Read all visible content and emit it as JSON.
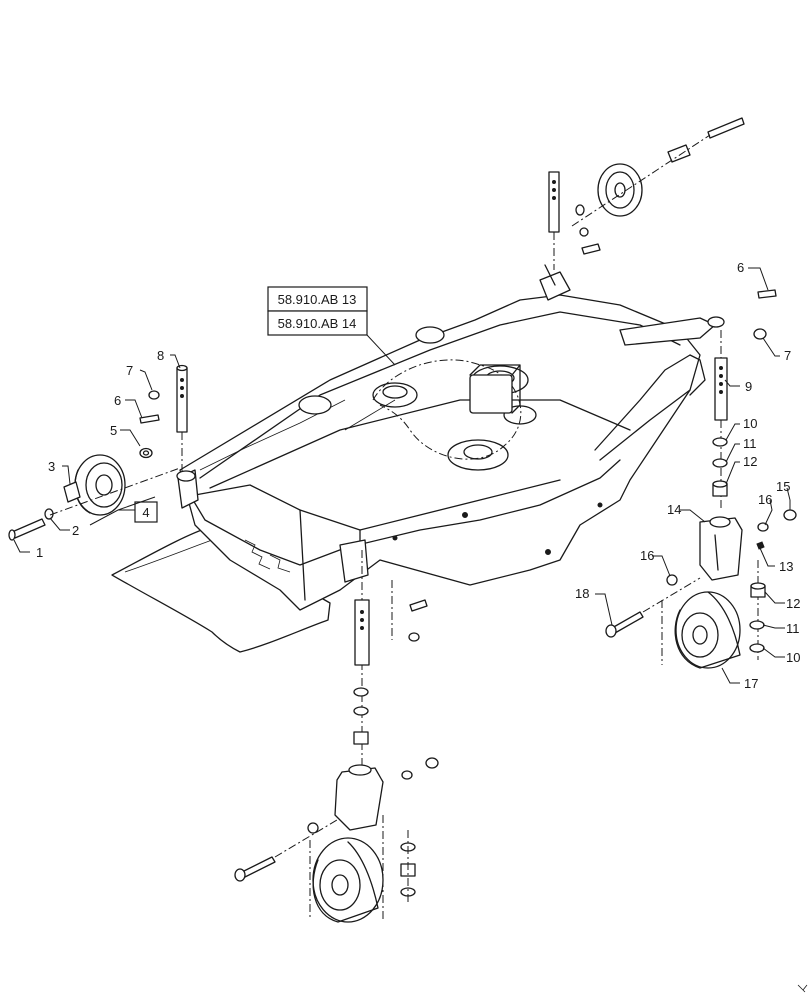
{
  "references": [
    {
      "label": "58.910.AB 13"
    },
    {
      "label": "58.910.AB 14"
    }
  ],
  "callouts": {
    "c1": "1",
    "c2": "2",
    "c3": "3",
    "c4": "4",
    "c5": "5",
    "c6": "6",
    "c7": "7",
    "c8": "8",
    "c6r": "6",
    "c7r": "7",
    "c9": "9",
    "c10a": "10",
    "c11a": "11",
    "c12a": "12",
    "c13": "13",
    "c14": "14",
    "c15": "15",
    "c16a": "16",
    "c16b": "16",
    "c18": "18",
    "c12b": "12",
    "c11b": "11",
    "c10b": "10",
    "c17": "17"
  },
  "assembly_callout": "4"
}
